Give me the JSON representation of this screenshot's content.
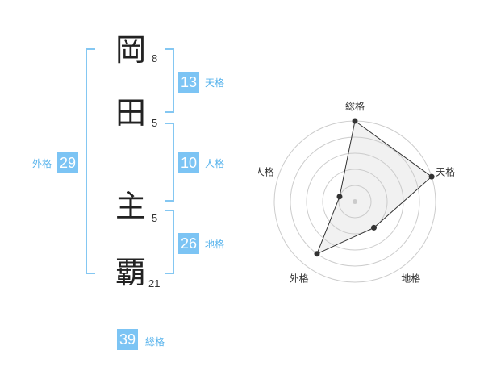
{
  "name": {
    "characters": [
      {
        "char": "岡",
        "strokes": "8"
      },
      {
        "char": "田",
        "strokes": "5"
      },
      {
        "char": "主",
        "strokes": "5"
      },
      {
        "char": "覇",
        "strokes": "21"
      }
    ]
  },
  "fortunes": {
    "tenkaku": {
      "label": "天格",
      "value": "13"
    },
    "jinkaku": {
      "label": "人格",
      "value": "10"
    },
    "chikaku": {
      "label": "地格",
      "value": "26"
    },
    "gaikaku": {
      "label": "外格",
      "value": "29"
    },
    "soukaku": {
      "label": "総格",
      "value": "39"
    }
  },
  "colors": {
    "accent": "#7cc4f4",
    "label": "#57b3ec",
    "bracket": "#84c7f2"
  },
  "chart_data": {
    "type": "radar",
    "axes": [
      "総格",
      "天格",
      "地格",
      "外格",
      "人格"
    ],
    "values": [
      5,
      5,
      2,
      4,
      1
    ],
    "max": 5,
    "rings": 5,
    "grid": true
  }
}
